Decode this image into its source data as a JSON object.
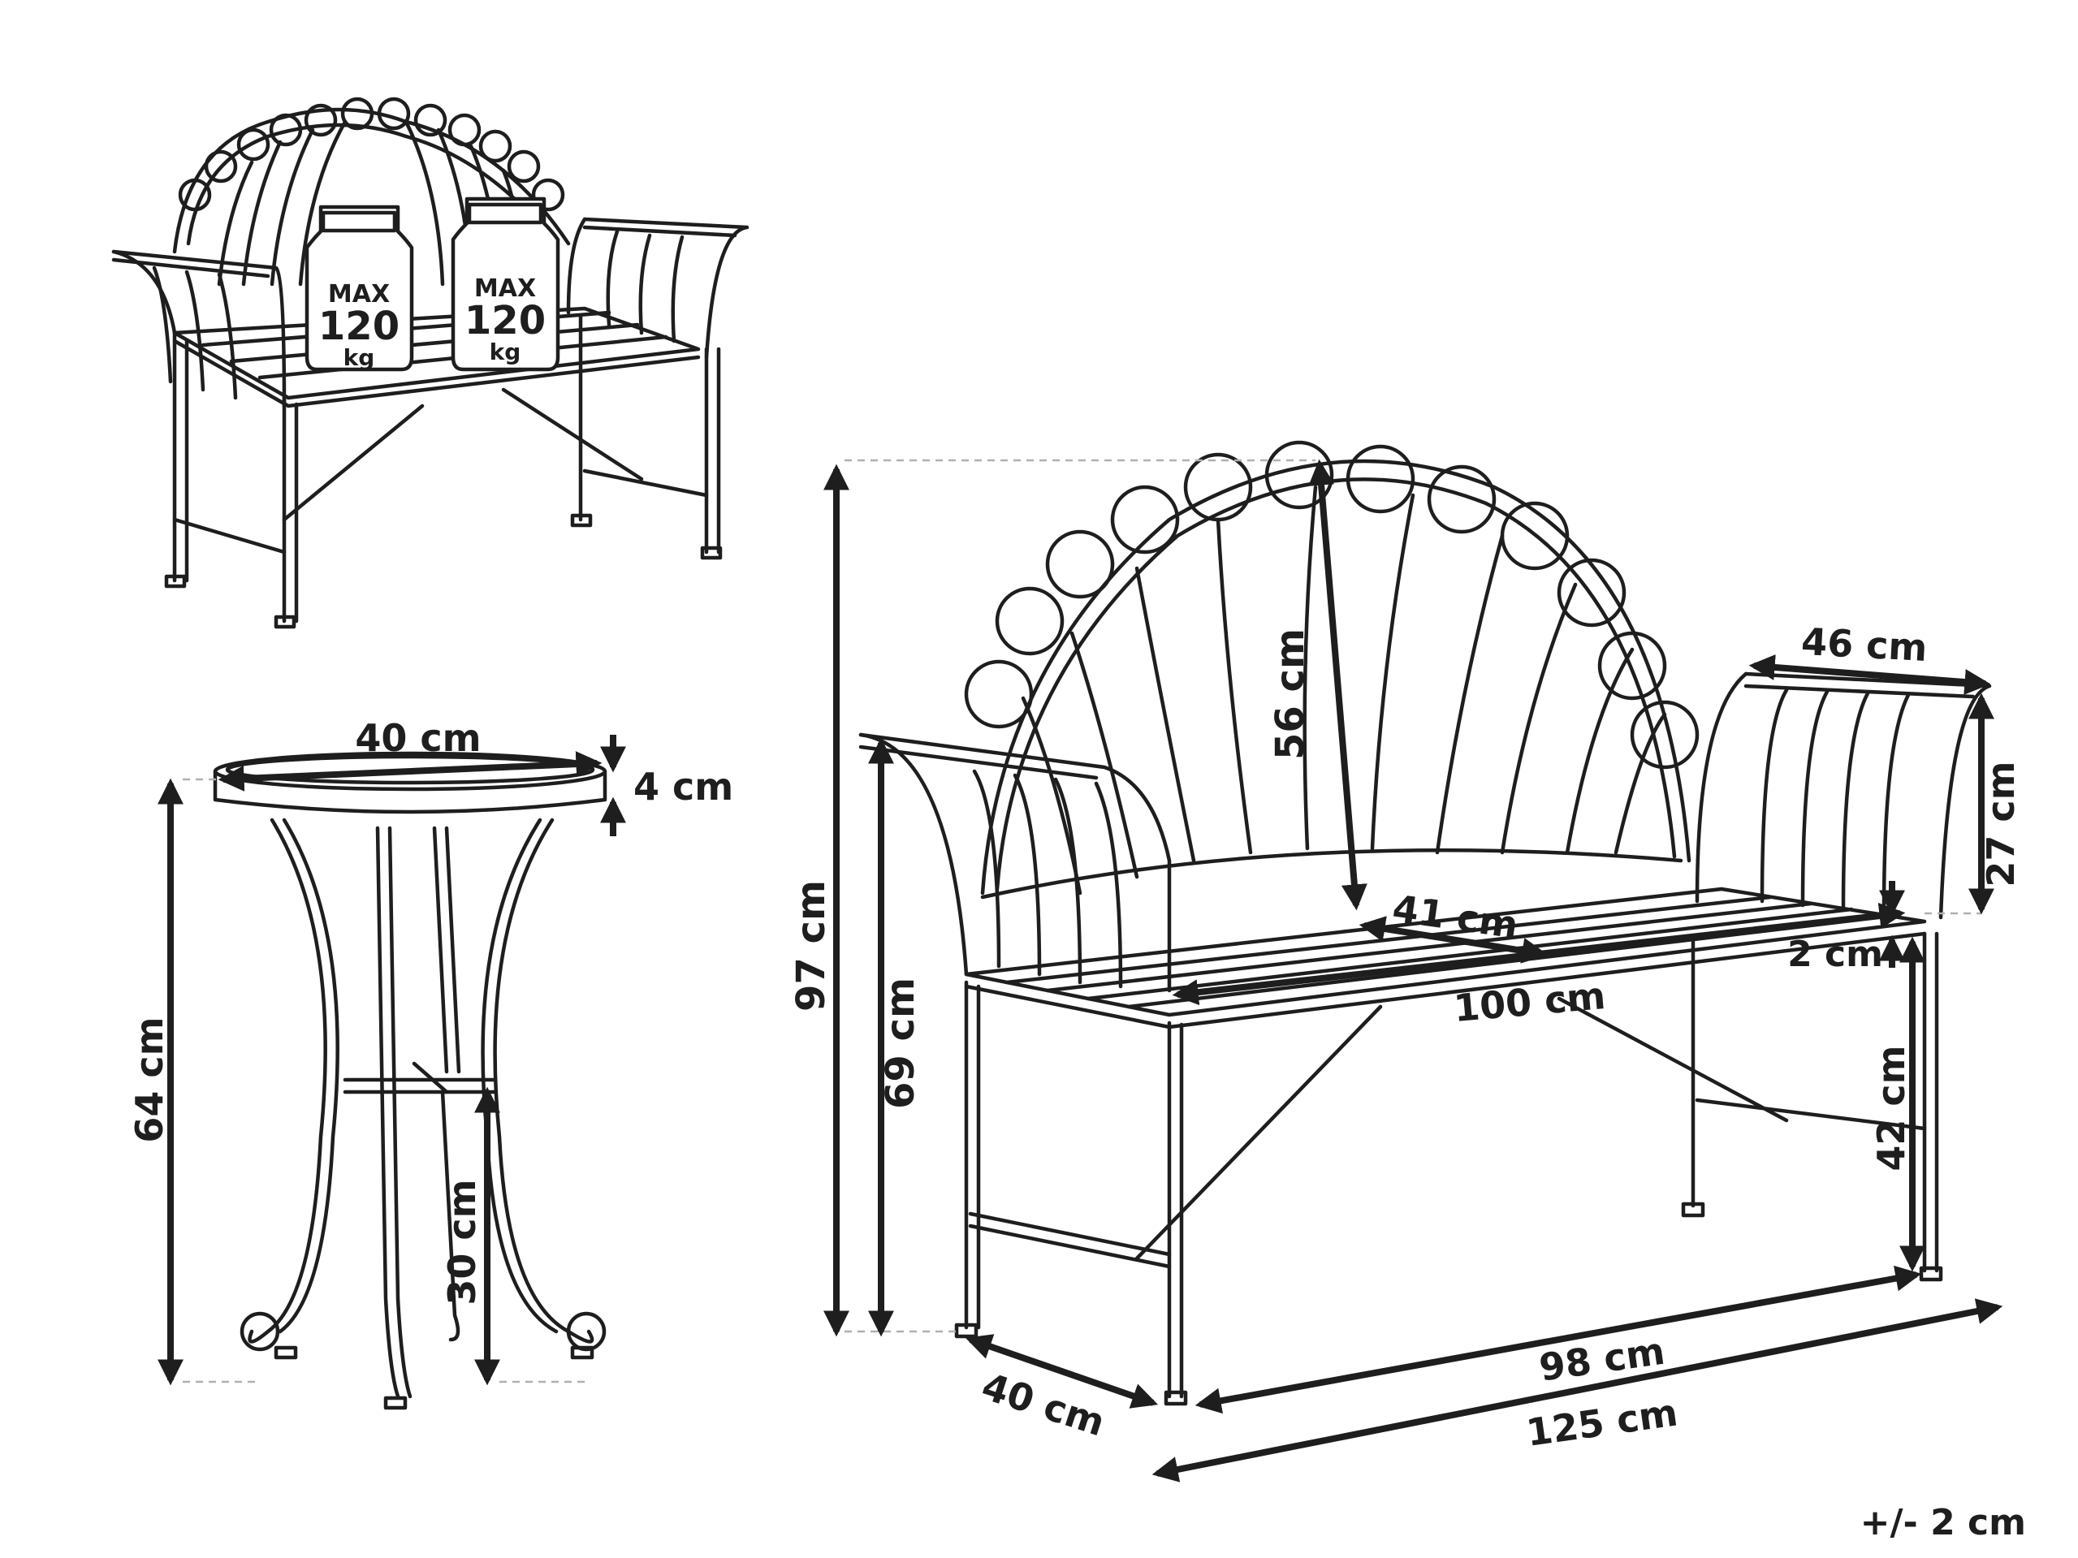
{
  "weight_badges": [
    {
      "line1": "MAX",
      "line2": "120",
      "line3": "kg"
    },
    {
      "line1": "MAX",
      "line2": "120",
      "line3": "kg"
    }
  ],
  "table": {
    "top_diameter": "40 cm",
    "top_thickness": "4 cm",
    "height": "64 cm",
    "shelf_height": "30 cm"
  },
  "bench": {
    "total_height": "97 cm",
    "backrest_height": "56 cm",
    "armrest_length": "46 cm",
    "armrest_height": "27 cm",
    "arm_height": "69 cm",
    "seat_depth": "41 cm",
    "seat_width": "100 cm",
    "seat_thickness": "2 cm",
    "seat_height": "42 cm",
    "depth": "40 cm",
    "inner_width": "98 cm",
    "total_width": "125 cm"
  },
  "tolerance": "+/- 2 cm"
}
